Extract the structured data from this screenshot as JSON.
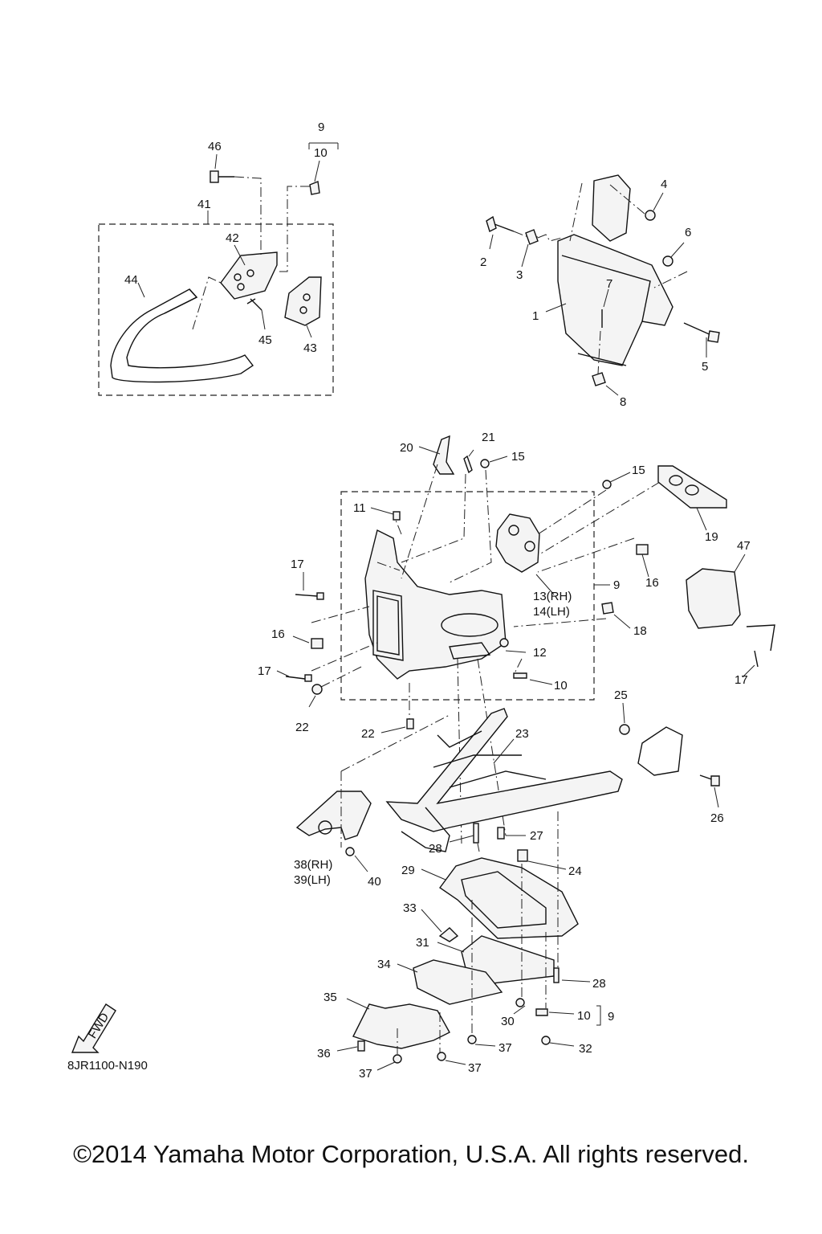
{
  "diagram": {
    "code": "8JR1100-N190",
    "copyright": "©2014 Yamaha Motor Corporation, U.S.A. All rights reserved.",
    "fwd_label": "FWD"
  },
  "callouts": {
    "c1": "1",
    "c2": "2",
    "c3": "3",
    "c4": "4",
    "c5": "5",
    "c6": "6",
    "c7": "7",
    "c8": "8",
    "c9a": "9",
    "c9b": "9",
    "c9c": "9",
    "c10a": "10",
    "c10b": "10",
    "c10c": "10",
    "c11": "11",
    "c12": "12",
    "c13": "13(RH)",
    "c14": "14(LH)",
    "c15a": "15",
    "c15b": "15",
    "c16a": "16",
    "c16b": "16",
    "c17a": "17",
    "c17b": "17",
    "c17c": "17",
    "c18": "18",
    "c19": "19",
    "c20": "20",
    "c21": "21",
    "c22a": "22",
    "c22b": "22",
    "c23": "23",
    "c24": "24",
    "c25": "25",
    "c26": "26",
    "c27": "27",
    "c28a": "28",
    "c28b": "28",
    "c29": "29",
    "c30": "30",
    "c31": "31",
    "c32": "32",
    "c33": "33",
    "c34": "34",
    "c35": "35",
    "c36": "36",
    "c37a": "37",
    "c37b": "37",
    "c37c": "37",
    "c38": "38(RH)",
    "c39": "39(LH)",
    "c40": "40",
    "c41": "41",
    "c42": "42",
    "c43": "43",
    "c44": "44",
    "c45": "45",
    "c46": "46",
    "c47": "47"
  }
}
